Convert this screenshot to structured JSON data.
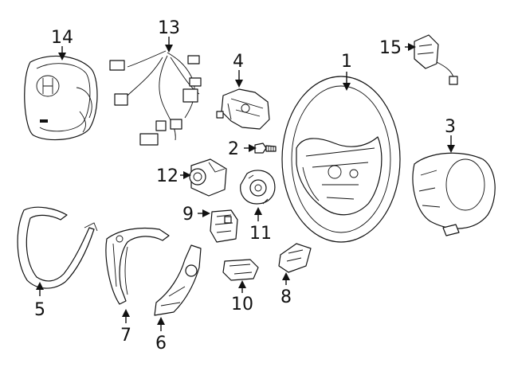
{
  "callouts": [
    "1",
    "2",
    "3",
    "4",
    "5",
    "6",
    "7",
    "8",
    "9",
    "10",
    "11",
    "12",
    "13",
    "14",
    "15"
  ]
}
